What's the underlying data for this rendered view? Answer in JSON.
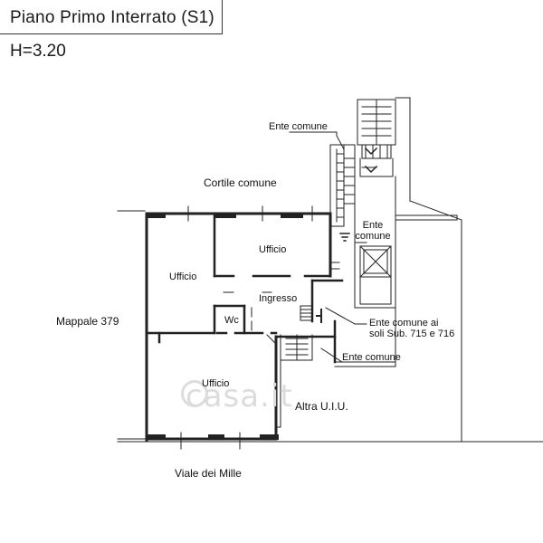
{
  "sheet": {
    "title": "Piano Primo Interrato (S1)",
    "height": "H=3.20"
  },
  "labels": {
    "cortile": "Cortile comune",
    "mappale": "Mappale 379",
    "viale": "Viale  dei  Mille",
    "altra": "Altra U.I.U.",
    "ente_top": "Ente comune",
    "ente_stair": "Ente comune",
    "ente_soli_1": "Ente comune ai",
    "ente_soli_2": "soli Sub. 715 e 716",
    "ente_bottom": "Ente comune"
  },
  "rooms": {
    "ufficio_top": "Ufficio",
    "ufficio_left": "Ufficio",
    "ufficio_bottom": "Ufficio",
    "ingresso": "Ingresso",
    "wc": "Wc"
  },
  "watermark": {
    "text": "casa.it"
  }
}
